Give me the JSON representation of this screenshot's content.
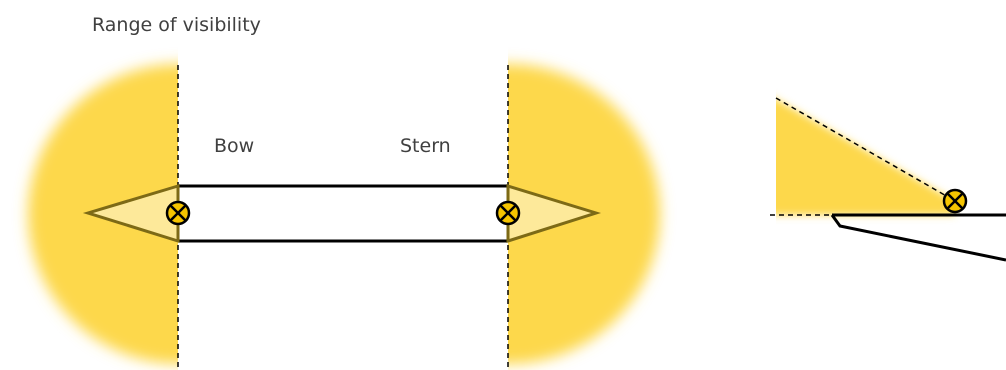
{
  "labels": {
    "title": "Range of visibility",
    "bow": "Bow",
    "stern": "Stern"
  },
  "colors": {
    "glow": "#fdd84b",
    "glow_light": "#fde99a",
    "outline": "#7d6a16",
    "lamp_fill": "#f5c400",
    "line": "#000000",
    "text": "#404040"
  },
  "icons": {
    "lamp": "lamp-cross-circle-icon"
  }
}
